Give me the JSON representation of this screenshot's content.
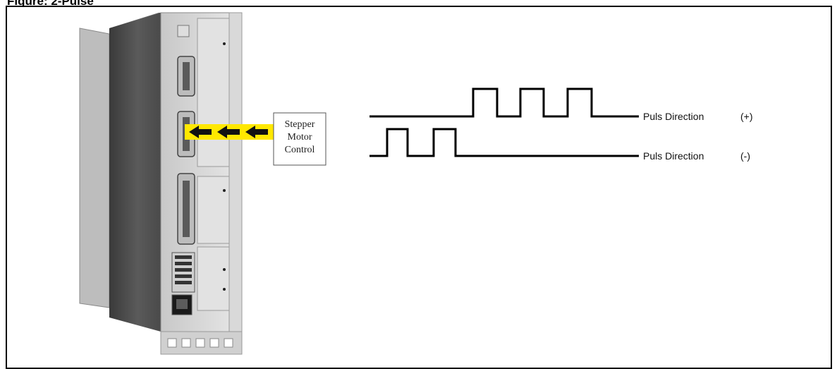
{
  "figure": {
    "title": "Figure: 2-Pulse"
  },
  "callout": {
    "line1": "Stepper",
    "line2": "Motor",
    "line3": "Control"
  },
  "signals": [
    {
      "label": "Puls Direction",
      "sign": "(+)"
    },
    {
      "label": "Puls Direction",
      "sign": "(-)"
    }
  ],
  "colors": {
    "arrow_band": "#ffe800",
    "arrow_fill": "#111111",
    "frame": "#000000",
    "waveform": "#000000"
  }
}
